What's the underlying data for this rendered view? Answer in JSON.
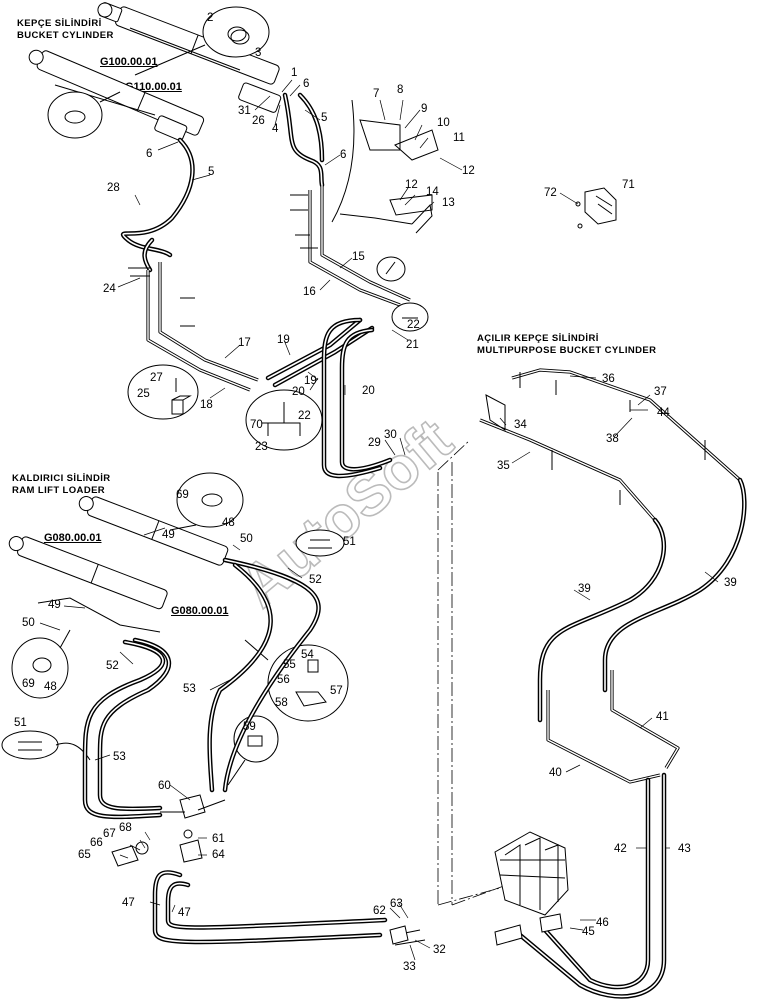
{
  "captions": {
    "kepce_tr": "KEPÇE SİLİNDİRİ",
    "kepce_en": "BUCKET CYLINDER",
    "acilir_tr": "AÇILIR KEPÇE SİLİNDİRİ",
    "acilir_en": "MULTIPURPOSE BUCKET CYLINDER",
    "kaldirici_tr": "KALDIRICI SİLİNDİR",
    "kaldirici_en": "RAM LIFT LOADER"
  },
  "codes": {
    "g100": "G100.00.01",
    "g110": "G110.00.01",
    "g080_a": "G080.00.01",
    "g080_b": "G080.00.01"
  },
  "watermark": "AutoSoft",
  "labels": [
    {
      "id": "n2",
      "text": "2"
    },
    {
      "id": "n3",
      "text": "3"
    },
    {
      "id": "n1",
      "text": "1"
    },
    {
      "id": "n6a",
      "text": "6"
    },
    {
      "id": "n31",
      "text": "31"
    },
    {
      "id": "n26",
      "text": "26"
    },
    {
      "id": "n4",
      "text": "4"
    },
    {
      "id": "n5a",
      "text": "5"
    },
    {
      "id": "n6b",
      "text": "6"
    },
    {
      "id": "n6c",
      "text": "6"
    },
    {
      "id": "n5b",
      "text": "5"
    },
    {
      "id": "n28",
      "text": "28"
    },
    {
      "id": "n24",
      "text": "24"
    },
    {
      "id": "n7",
      "text": "7"
    },
    {
      "id": "n8",
      "text": "8"
    },
    {
      "id": "n9",
      "text": "9"
    },
    {
      "id": "n10",
      "text": "10"
    },
    {
      "id": "n11",
      "text": "11"
    },
    {
      "id": "n12a",
      "text": "12"
    },
    {
      "id": "n12b",
      "text": "12"
    },
    {
      "id": "n14",
      "text": "14"
    },
    {
      "id": "n13",
      "text": "13"
    },
    {
      "id": "n72",
      "text": "72"
    },
    {
      "id": "n71",
      "text": "71"
    },
    {
      "id": "n15",
      "text": "15"
    },
    {
      "id": "n16",
      "text": "16"
    },
    {
      "id": "n22a",
      "text": "22"
    },
    {
      "id": "n21",
      "text": "21"
    },
    {
      "id": "n17",
      "text": "17"
    },
    {
      "id": "n19a",
      "text": "19"
    },
    {
      "id": "n19b",
      "text": "19"
    },
    {
      "id": "n20a",
      "text": "20"
    },
    {
      "id": "n20b",
      "text": "20"
    },
    {
      "id": "n27",
      "text": "27"
    },
    {
      "id": "n25",
      "text": "25"
    },
    {
      "id": "n18",
      "text": "18"
    },
    {
      "id": "n70",
      "text": "70"
    },
    {
      "id": "n22b",
      "text": "22"
    },
    {
      "id": "n23",
      "text": "23"
    },
    {
      "id": "n29",
      "text": "29"
    },
    {
      "id": "n30",
      "text": "30"
    },
    {
      "id": "n36",
      "text": "36"
    },
    {
      "id": "n37",
      "text": "37"
    },
    {
      "id": "n44",
      "text": "44"
    },
    {
      "id": "n38",
      "text": "38"
    },
    {
      "id": "n34",
      "text": "34"
    },
    {
      "id": "n35",
      "text": "35"
    },
    {
      "id": "n69a",
      "text": "69"
    },
    {
      "id": "n48a",
      "text": "48"
    },
    {
      "id": "n49a",
      "text": "49"
    },
    {
      "id": "n50a",
      "text": "50"
    },
    {
      "id": "n51a",
      "text": "51"
    },
    {
      "id": "n52a",
      "text": "52"
    },
    {
      "id": "n49b",
      "text": "49"
    },
    {
      "id": "n50b",
      "text": "50"
    },
    {
      "id": "n52b",
      "text": "52"
    },
    {
      "id": "n69b",
      "text": "69"
    },
    {
      "id": "n48b",
      "text": "48"
    },
    {
      "id": "n53a",
      "text": "53"
    },
    {
      "id": "n54",
      "text": "54"
    },
    {
      "id": "n55",
      "text": "55"
    },
    {
      "id": "n56",
      "text": "56"
    },
    {
      "id": "n57",
      "text": "57"
    },
    {
      "id": "n58",
      "text": "58"
    },
    {
      "id": "n51b",
      "text": "51"
    },
    {
      "id": "n53b",
      "text": "53"
    },
    {
      "id": "n59",
      "text": "59"
    },
    {
      "id": "n60",
      "text": "60"
    },
    {
      "id": "n39a",
      "text": "39"
    },
    {
      "id": "n39b",
      "text": "39"
    },
    {
      "id": "n41",
      "text": "41"
    },
    {
      "id": "n40",
      "text": "40"
    },
    {
      "id": "n42",
      "text": "42"
    },
    {
      "id": "n43",
      "text": "43"
    },
    {
      "id": "n68",
      "text": "68"
    },
    {
      "id": "n67",
      "text": "67"
    },
    {
      "id": "n61",
      "text": "61"
    },
    {
      "id": "n66",
      "text": "66"
    },
    {
      "id": "n65",
      "text": "65"
    },
    {
      "id": "n64",
      "text": "64"
    },
    {
      "id": "n47a",
      "text": "47"
    },
    {
      "id": "n47b",
      "text": "47"
    },
    {
      "id": "n62",
      "text": "62"
    },
    {
      "id": "n63",
      "text": "63"
    },
    {
      "id": "n32",
      "text": "32"
    },
    {
      "id": "n33",
      "text": "33"
    },
    {
      "id": "n46",
      "text": "46"
    },
    {
      "id": "n45",
      "text": "45"
    }
  ]
}
